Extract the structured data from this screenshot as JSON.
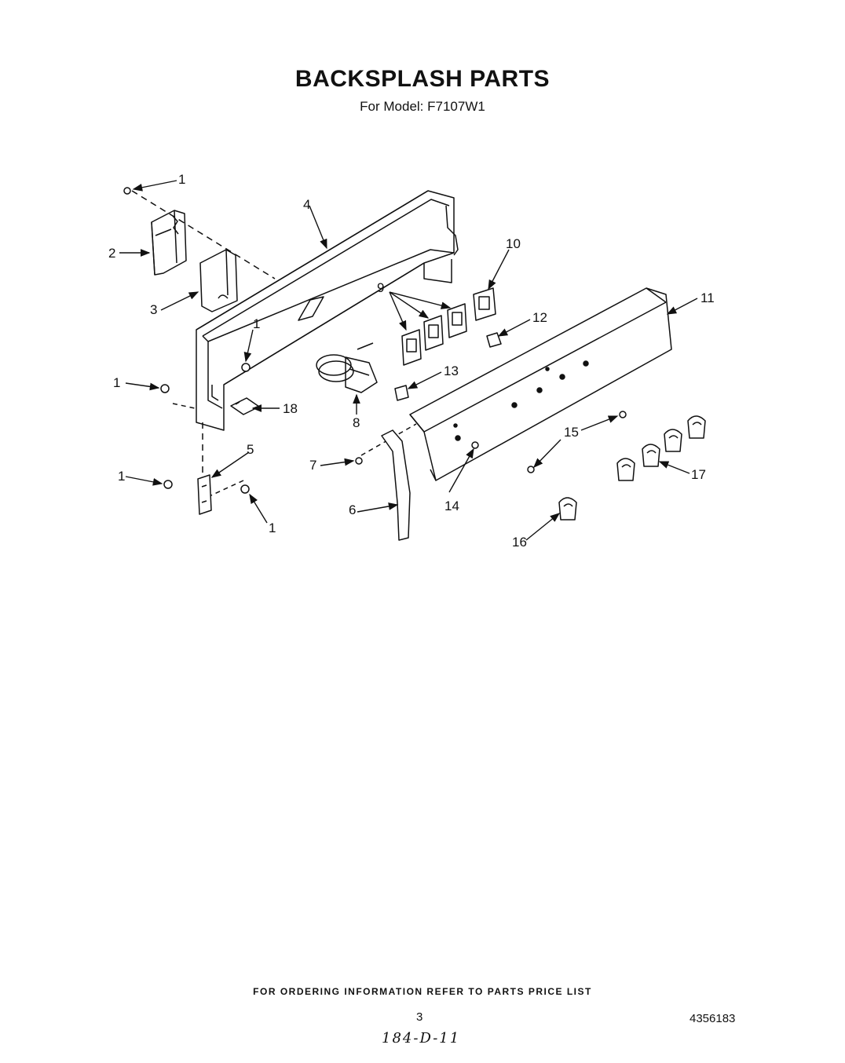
{
  "title": "BACKSPLASH PARTS",
  "subtitle": "For Model: F7107W1",
  "callouts": {
    "c1a": "1",
    "c2": "2",
    "c3": "3",
    "c4": "4",
    "c1b": "1",
    "c1c": "1",
    "c18": "18",
    "c5": "5",
    "c1d": "1",
    "c1e": "1",
    "c8": "8",
    "c9": "9",
    "c10": "10",
    "c11": "11",
    "c12": "12",
    "c13": "13",
    "c7": "7",
    "c6": "6",
    "c14": "14",
    "c15": "15",
    "c16": "16",
    "c17": "17"
  },
  "footer": "FOR ORDERING INFORMATION REFER TO PARTS PRICE LIST",
  "page_number": "3",
  "document_number": "4356183",
  "handwritten_note": "184-D-11"
}
